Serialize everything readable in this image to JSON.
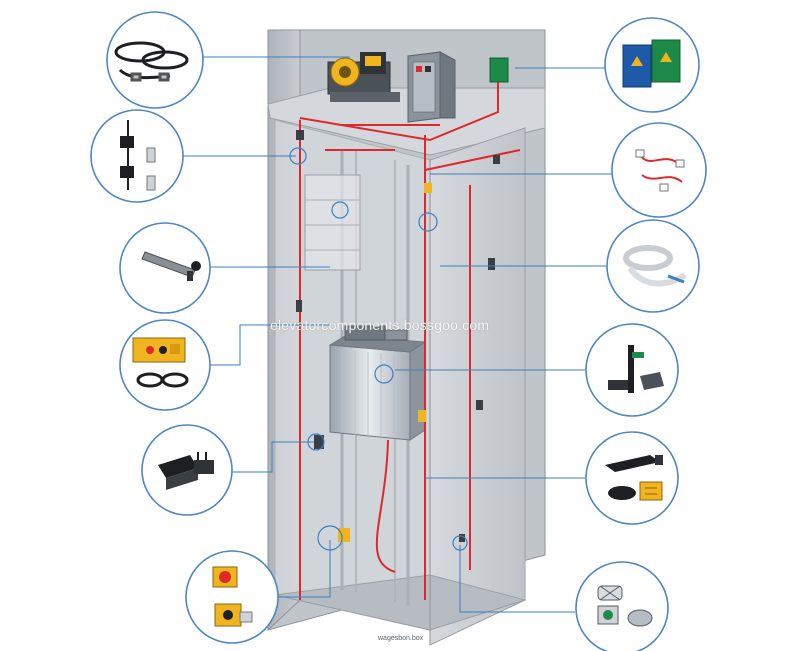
{
  "watermark": "elevatorcomponents.bossgoo.com",
  "small_label": "wagesbon.box",
  "colors": {
    "shaft_outer": "#c9cdd2",
    "shaft_wall": "#b4b9bf",
    "shaft_edge": "#8e949b",
    "callout_ring": "#4f86c6",
    "leader_line": "#3a7fc1",
    "wiring": "#e0282b",
    "cabinet_blue": "#1f5aa8",
    "cabinet_green": "#1e8a4a",
    "accent_yellow": "#f0b41e"
  },
  "callouts": [
    {
      "name": "travelling-cable-set-callout",
      "icon": "cable-coil-icon"
    },
    {
      "name": "limit-switch-callout",
      "icon": "limit-switch-icon"
    },
    {
      "name": "leveling-sensor-callout",
      "icon": "sensor-rail-icon"
    },
    {
      "name": "car-top-inspection-box-callout",
      "icon": "inspection-box-icon"
    },
    {
      "name": "door-contact-callout",
      "icon": "door-contact-icon"
    },
    {
      "name": "pit-stop-switch-callout",
      "icon": "pit-stop-switch-icon"
    },
    {
      "name": "controller-cabinet-callout",
      "icon": "controller-cabinet-icon"
    },
    {
      "name": "wiring-harness-callout",
      "icon": "wiring-harness-icon"
    },
    {
      "name": "flat-travelling-cable-callout",
      "icon": "flat-cable-icon"
    },
    {
      "name": "car-door-operator-callout",
      "icon": "door-operator-icon"
    },
    {
      "name": "landing-door-lock-callout",
      "icon": "landing-lock-icon"
    },
    {
      "name": "pit-lamp-callout",
      "icon": "pit-lamp-icon"
    }
  ]
}
